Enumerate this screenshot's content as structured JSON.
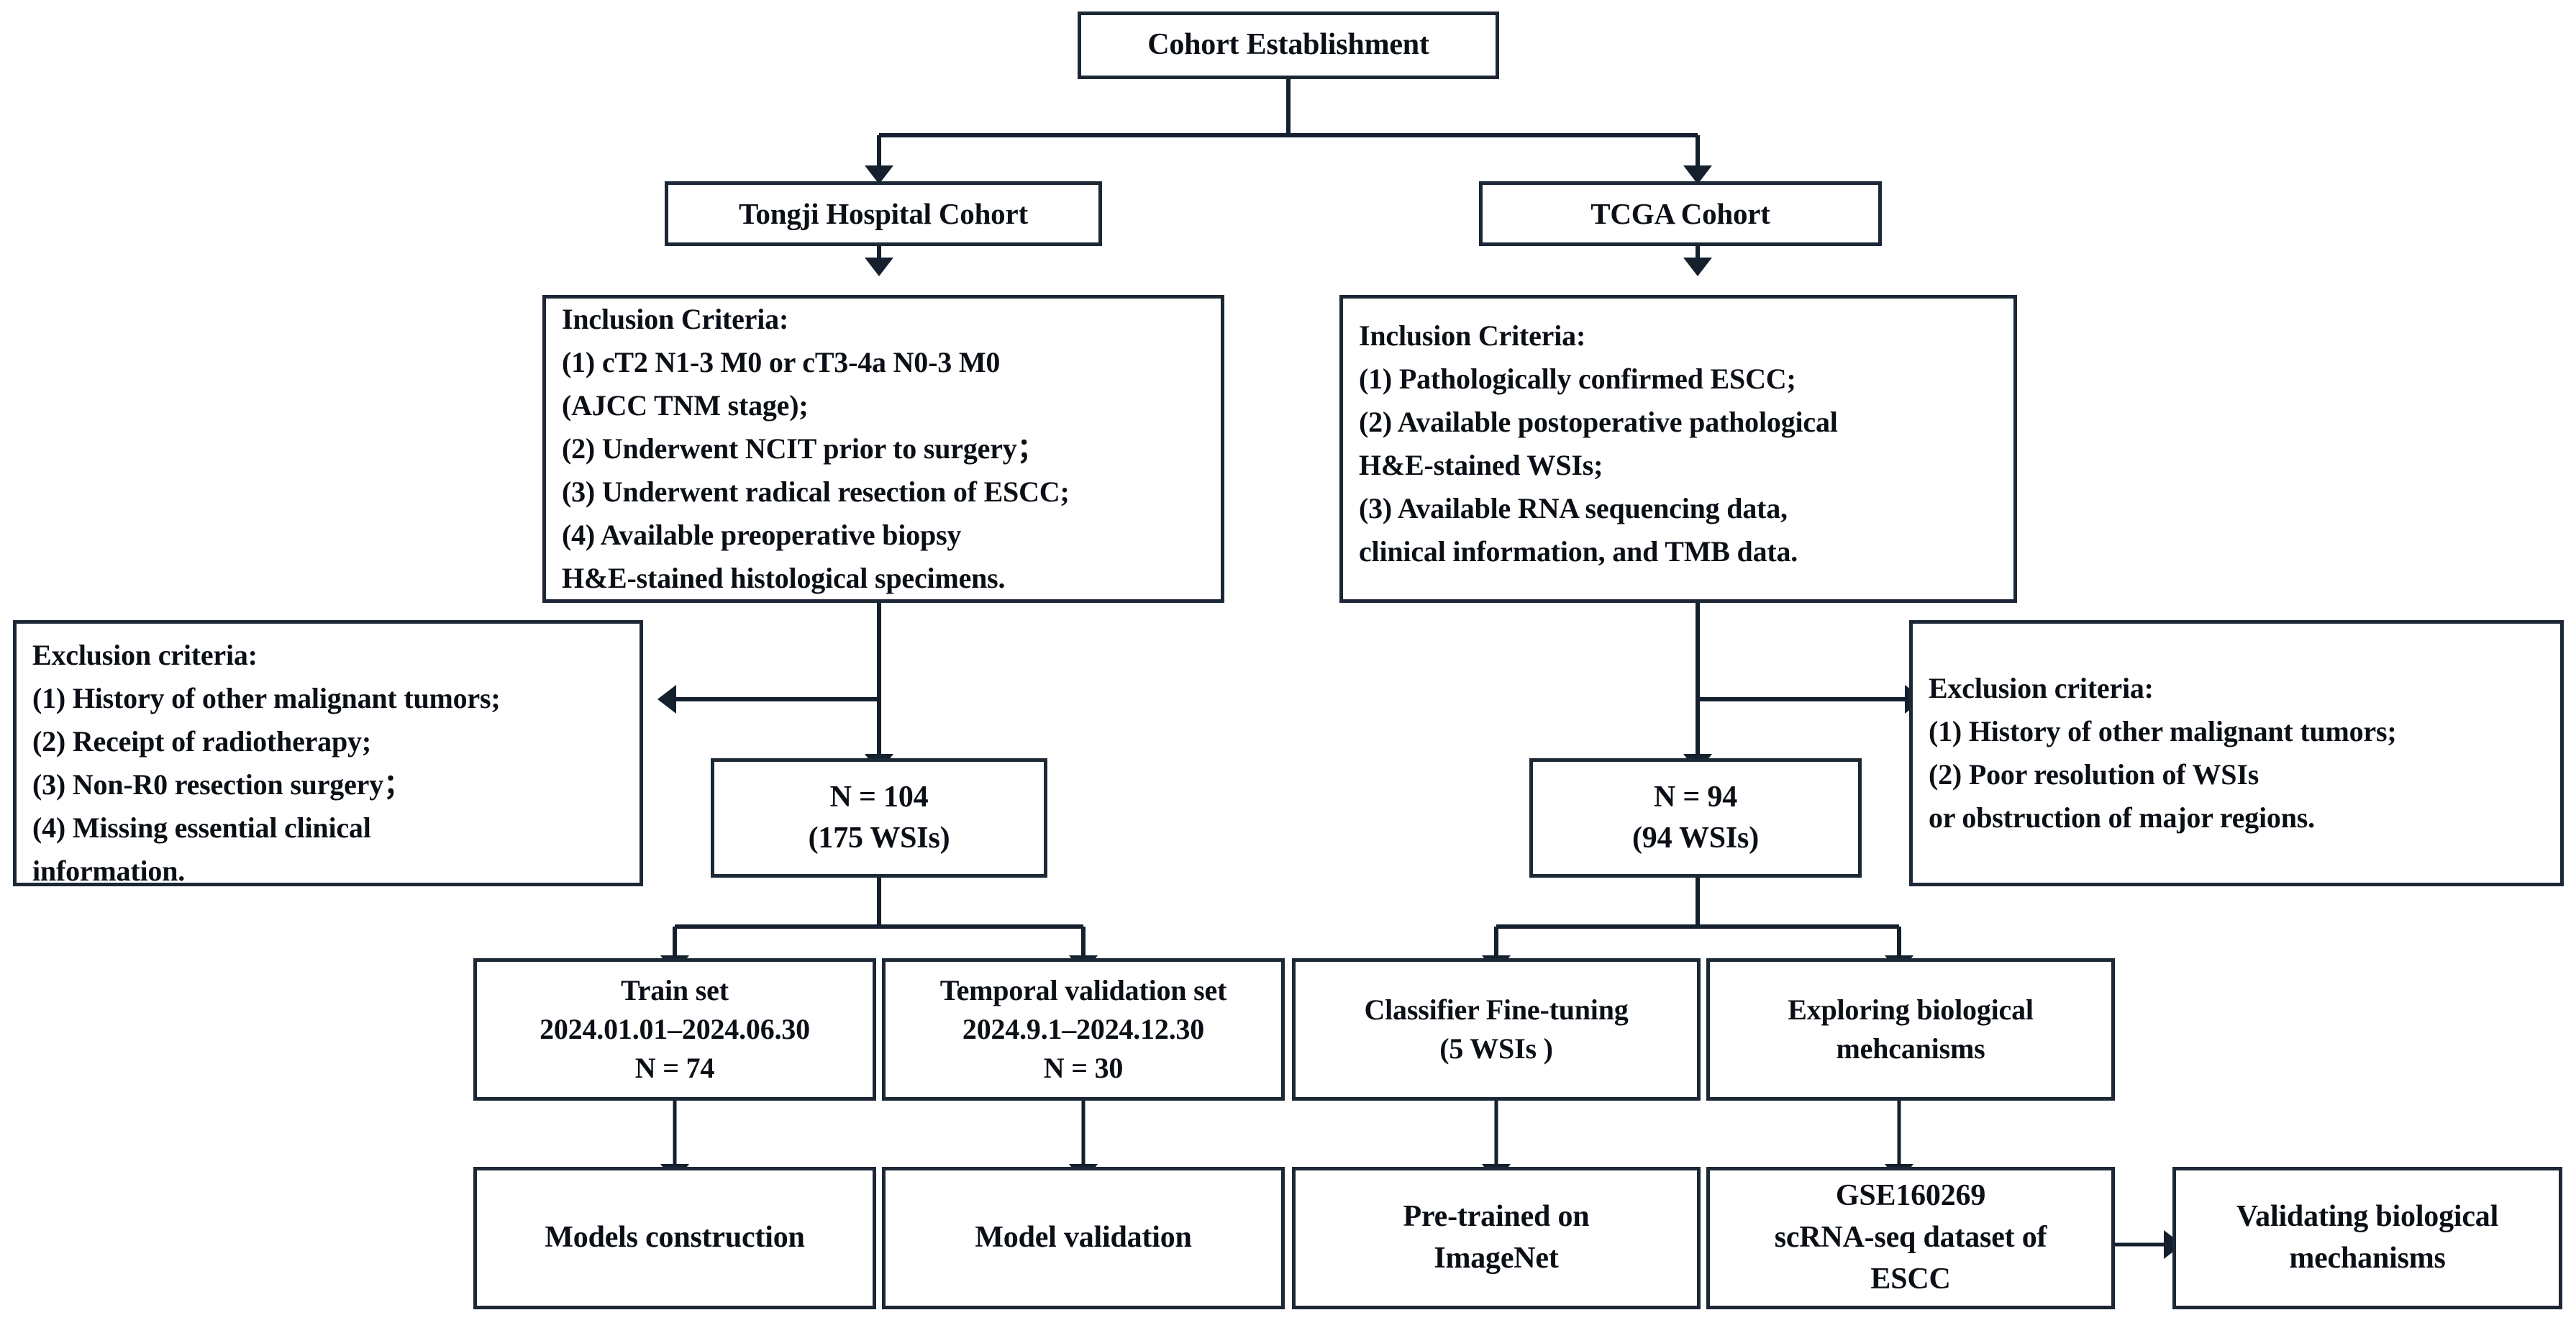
{
  "diagram": {
    "title": "Cohort Establishment Flowchart",
    "colors": {
      "border": "#1d2836",
      "text": "#0b0f16",
      "background": "#ffffff",
      "connector": "#14202e"
    },
    "nodes": {
      "root": {
        "label": "Cohort Establishment"
      },
      "tongji_cohort": {
        "label": "Tongji Hospital Cohort"
      },
      "tcga_cohort": {
        "label": "TCGA Cohort"
      },
      "tongji_inclusion": {
        "lines": [
          "Inclusion Criteria:",
          "(1) cT2 N1-3 M0 or cT3-4a N0-3 M0",
          "(AJCC TNM stage);",
          "(2) Underwent NCIT prior to surgery；",
          "(3) Underwent radical resection of ESCC;",
          "(4) Available preoperative biopsy",
          "H&E-stained histological specimens."
        ]
      },
      "tcga_inclusion": {
        "lines": [
          "Inclusion Criteria:",
          "(1) Pathologically confirmed ESCC;",
          "(2) Available postoperative pathological",
          "H&E-stained WSIs;",
          "(3) Available RNA sequencing data,",
          "clinical information, and TMB data."
        ]
      },
      "tongji_exclusion": {
        "lines": [
          "Exclusion criteria:",
          "(1) History of other malignant tumors;",
          "(2) Receipt of radiotherapy;",
          "(3) Non-R0 resection surgery；",
          "(4) Missing essential clinical",
          "information."
        ]
      },
      "tcga_exclusion": {
        "lines": [
          "Exclusion criteria:",
          "(1) History of other malignant tumors;",
          "(2) Poor resolution of WSIs",
          "or obstruction of major regions."
        ]
      },
      "tongji_n": {
        "lines": [
          "N = 104",
          "(175 WSIs)"
        ]
      },
      "tcga_n": {
        "lines": [
          "N = 94",
          "(94 WSIs)"
        ]
      },
      "train_set": {
        "lines": [
          "Train set",
          "2024.01.01–2024.06.30",
          "N = 74"
        ]
      },
      "temporal_validation_set": {
        "lines": [
          "Temporal validation set",
          "2024.9.1–2024.12.30",
          "N = 30"
        ]
      },
      "classifier_finetuning": {
        "lines": [
          "Classifier Fine-tuning",
          "(5 WSIs )"
        ]
      },
      "exploring_biological": {
        "lines": [
          "Exploring biological",
          "mehcanisms"
        ]
      },
      "models_construction": {
        "lines": [
          "Models construction"
        ]
      },
      "model_validation": {
        "lines": [
          "Model validation"
        ]
      },
      "pretrained_imagenet": {
        "lines": [
          "Pre-trained on",
          "ImageNet"
        ]
      },
      "gse_dataset": {
        "lines": [
          "GSE160269",
          "scRNA-seq dataset of",
          "ESCC"
        ]
      },
      "validating_biological": {
        "lines": [
          "Validating biological",
          "mechanisms"
        ]
      }
    }
  }
}
